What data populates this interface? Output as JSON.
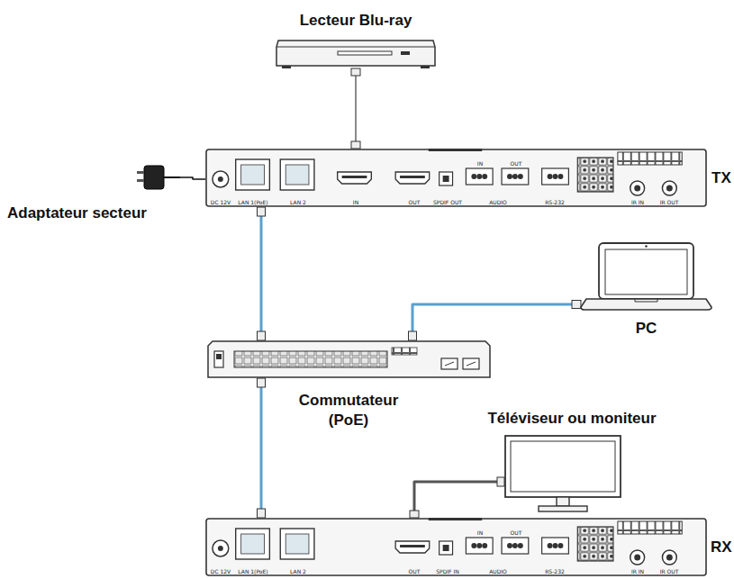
{
  "diagram": {
    "nodes": [
      {
        "text": [
          "Lecteur Blu-ray"
        ]
      },
      {
        "text": [
          "TX"
        ]
      },
      {
        "text": [
          "Adaptateur secteur"
        ]
      },
      {
        "text": [
          "PC"
        ]
      },
      {
        "text": [
          "Commutateur (PoE)"
        ]
      },
      {
        "text": [
          "Téléviseur ou moniteur"
        ]
      },
      {
        "text": [
          "RX"
        ]
      }
    ],
    "edges": [
      {
        "from": 0,
        "to": 1,
        "arrow": "none"
      },
      {
        "from": 2,
        "to": 1,
        "arrow": "none"
      },
      {
        "from": 1,
        "to": 4,
        "arrow": "none"
      },
      {
        "from": 3,
        "to": 4,
        "arrow": "none"
      },
      {
        "from": 4,
        "to": 6,
        "arrow": "none"
      },
      {
        "from": 6,
        "to": 5,
        "arrow": "none"
      }
    ],
    "labels": [
      "DC 12V",
      "LAN 1(PoE)",
      "LAN 2",
      "IN",
      "OUT",
      "SPDIF OUT",
      "IN",
      "OUT",
      "AUDIO",
      "RS-232",
      "IR IN",
      "IR OUT",
      "DC 12V",
      "LAN 1(PoE)",
      "LAN 2",
      "OUT",
      "SPDIF IN",
      "IN",
      "OUT",
      "AUDIO",
      "RS-232",
      "IR IN",
      "IR OUT"
    ]
  }
}
